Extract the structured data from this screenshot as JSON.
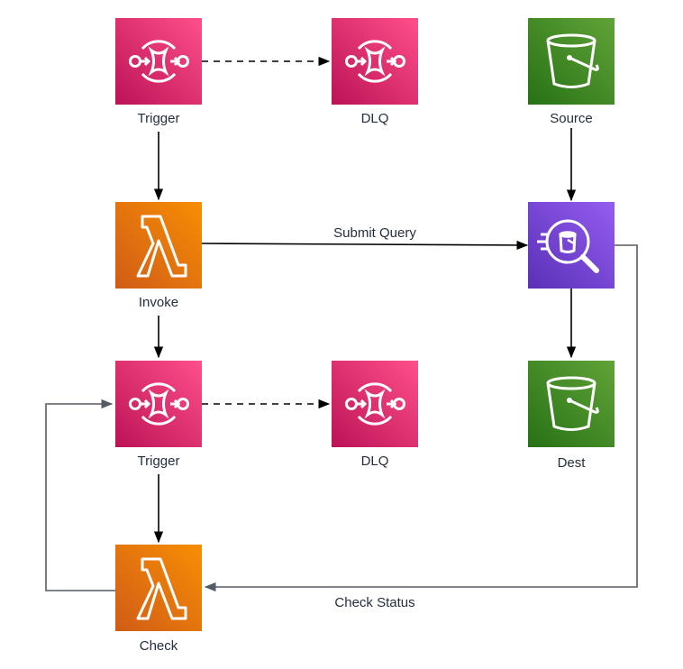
{
  "nodes": {
    "trigger1": {
      "label": "Trigger",
      "icon": "sqs-queue-icon",
      "color_top": "#FF4F8B",
      "color_bottom": "#BC1356"
    },
    "dlq1": {
      "label": "DLQ",
      "icon": "sqs-queue-icon",
      "color_top": "#FF4F8B",
      "color_bottom": "#BC1356"
    },
    "source": {
      "label": "Source",
      "icon": "s3-bucket-icon",
      "color_top": "#60A337",
      "color_bottom": "#277116"
    },
    "invoke": {
      "label": "Invoke",
      "icon": "lambda-icon",
      "color_top": "#F78E04",
      "color_bottom": "#D05C17"
    },
    "athena": {
      "label": "",
      "icon": "athena-icon",
      "color_top": "#945DF2",
      "color_bottom": "#5A30B5"
    },
    "trigger2": {
      "label": "Trigger",
      "icon": "sqs-queue-icon",
      "color_top": "#FF4F8B",
      "color_bottom": "#BC1356"
    },
    "dlq2": {
      "label": "DLQ",
      "icon": "sqs-queue-icon",
      "color_top": "#FF4F8B",
      "color_bottom": "#BC1356"
    },
    "dest": {
      "label": "Dest",
      "icon": "s3-bucket-icon",
      "color_top": "#60A337",
      "color_bottom": "#277116"
    },
    "check": {
      "label": "Check",
      "icon": "lambda-icon",
      "color_top": "#F78E04",
      "color_bottom": "#D05C17"
    }
  },
  "edges": {
    "submit_query": "Submit Query",
    "check_status": "Check Status"
  },
  "colors": {
    "line": "#000000",
    "line_gray": "#545b64",
    "text": "#232f3e"
  }
}
